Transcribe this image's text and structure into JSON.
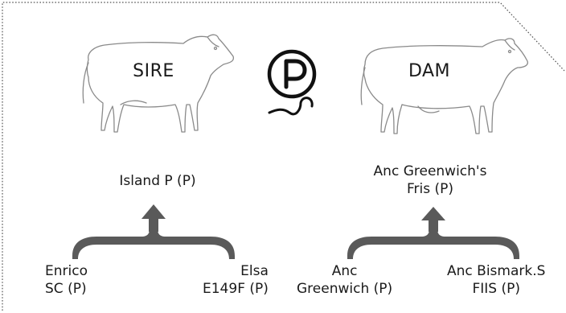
{
  "sire": {
    "tag": "SIRE",
    "name": "Island P (P)",
    "parents": {
      "left": [
        "Enrico",
        "SC (P)"
      ],
      "right": [
        "Elsa",
        "E149F (P)"
      ]
    }
  },
  "dam": {
    "tag": "DAM",
    "name": [
      "Anc Greenwich's",
      "Fris (P)"
    ],
    "parents": {
      "left": [
        "Anc",
        "Greenwich (P)"
      ],
      "right": [
        "Anc Bismark.S",
        "FIIS (P)"
      ]
    }
  },
  "polled_symbol": {
    "letter": "P",
    "icon": "polled-p-icon"
  },
  "colors": {
    "arrow": "#5a5a5a",
    "outline": "#8a8a8a",
    "text": "#1a1a1a"
  }
}
